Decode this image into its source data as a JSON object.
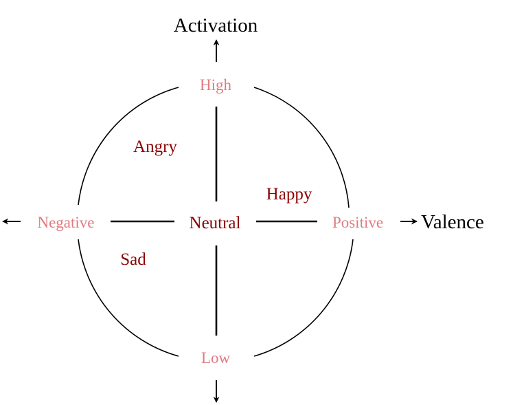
{
  "axes": {
    "vertical": {
      "title": "Activation",
      "top": "High",
      "bottom": "Low"
    },
    "horizontal": {
      "title": "Valence",
      "left": "Negative",
      "right": "Positive"
    }
  },
  "center": "Neutral",
  "emotions": {
    "angry": "Angry",
    "happy": "Happy",
    "sad": "Sad"
  },
  "colors": {
    "axis_end_labels": "#e07b80",
    "emotion_labels": "#8b0000",
    "titles": "#000000",
    "lines": "#000000"
  }
}
